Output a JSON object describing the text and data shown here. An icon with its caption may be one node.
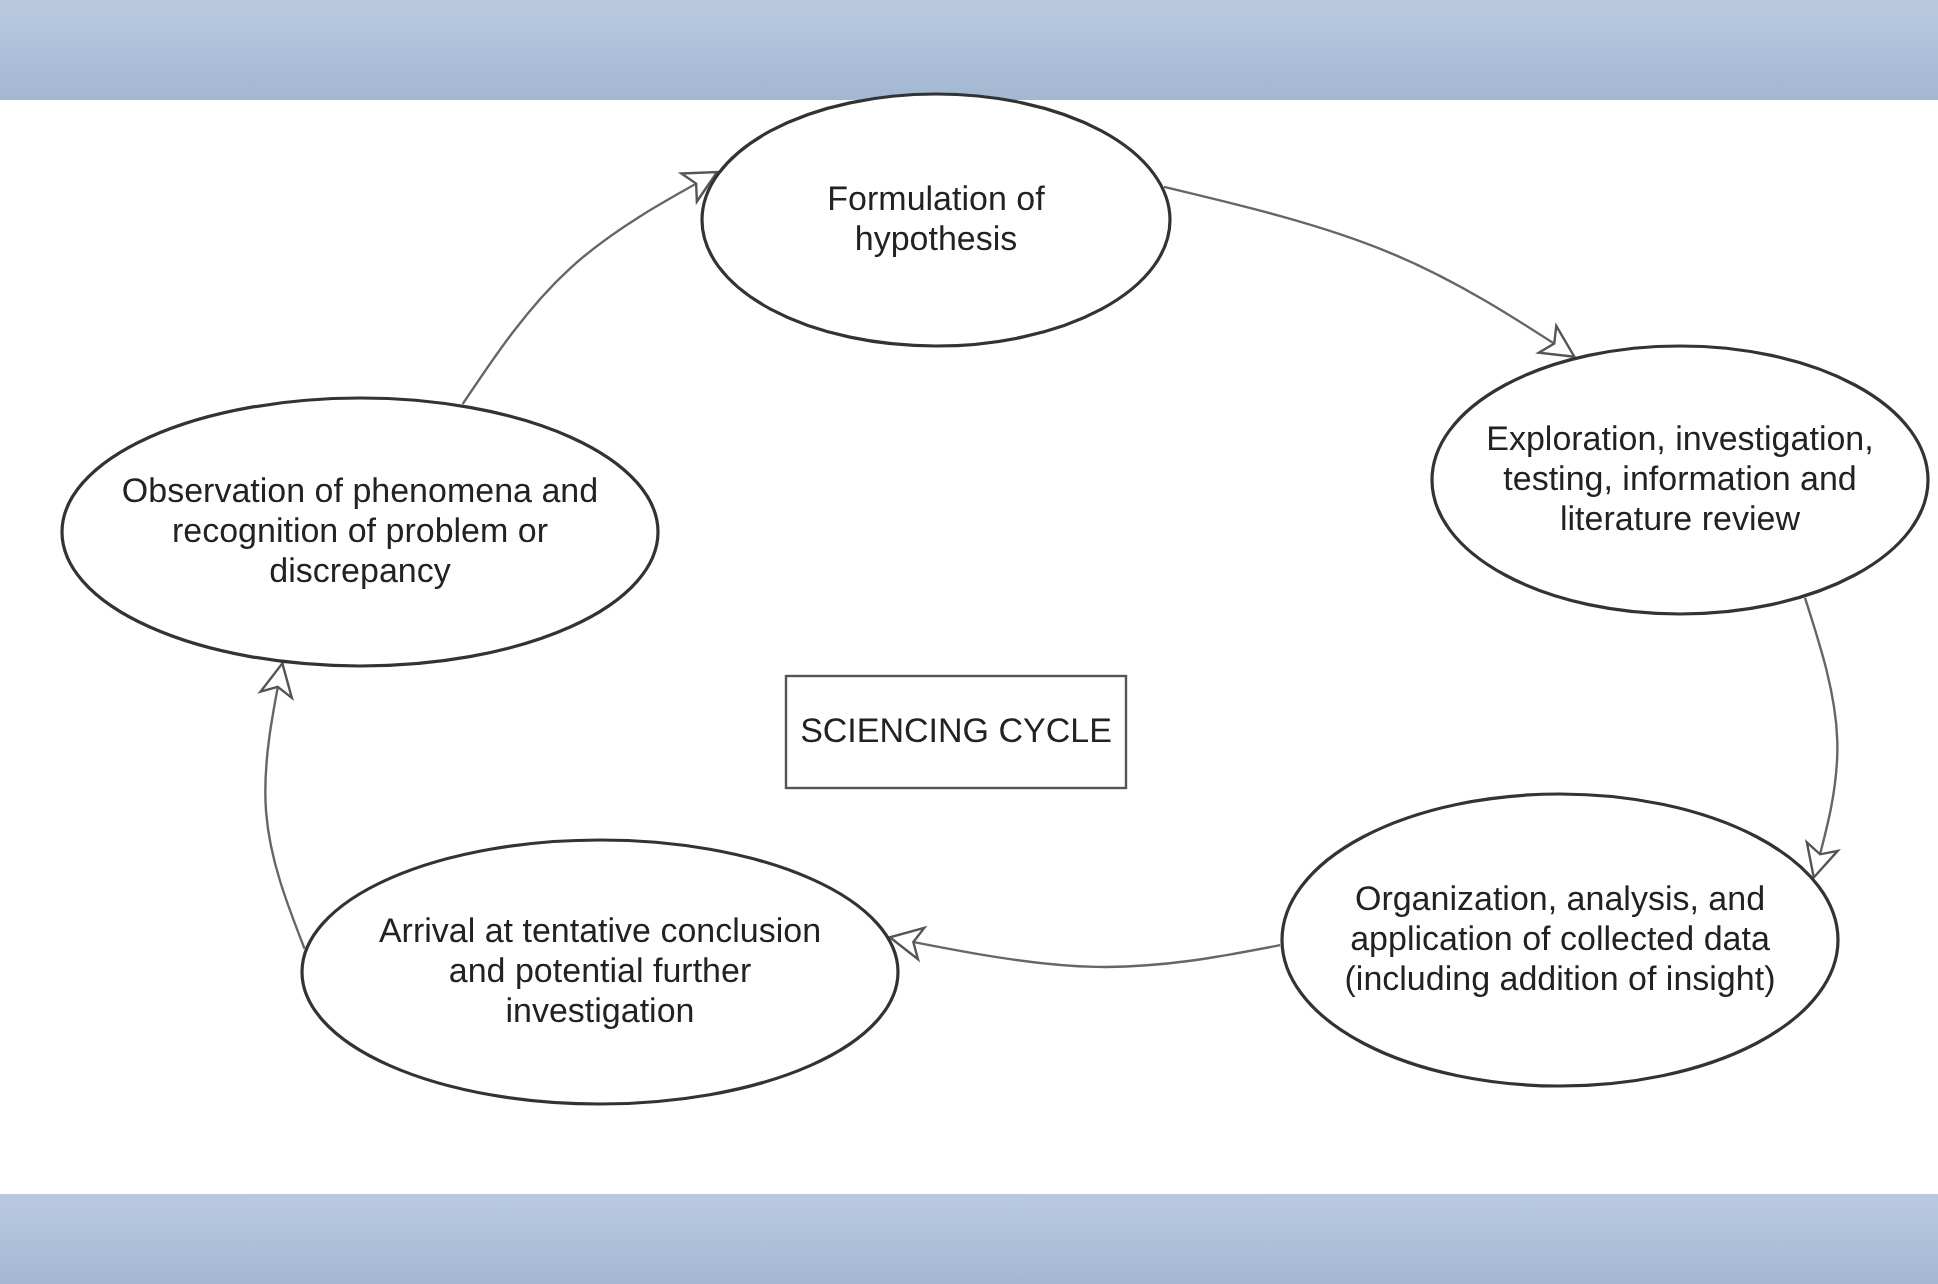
{
  "diagram": {
    "nodes": [
      {
        "text": [
          "Formulation of hypothesis"
        ]
      },
      {
        "text": [
          "Observation of phenomena and recognition of problem or discrepancy"
        ]
      },
      {
        "text": [
          "SCIENCING CYCLE"
        ]
      },
      {
        "text": [
          "Exploration, investigation, testing, information and literature review"
        ]
      },
      {
        "text": [
          "Organization, analysis, and application of collected data (including addition of insight)"
        ]
      },
      {
        "text": [
          "Arrival at tentative conclusion and potential further investigation"
        ]
      }
    ],
    "edges": [
      {
        "from": 1,
        "to": 0,
        "arrow": "to"
      },
      {
        "from": 0,
        "to": 3,
        "arrow": "to"
      },
      {
        "from": 3,
        "to": 4,
        "arrow": "to"
      },
      {
        "from": 4,
        "to": 5,
        "arrow": "to"
      },
      {
        "from": 5,
        "to": 1,
        "arrow": "to"
      }
    ]
  }
}
